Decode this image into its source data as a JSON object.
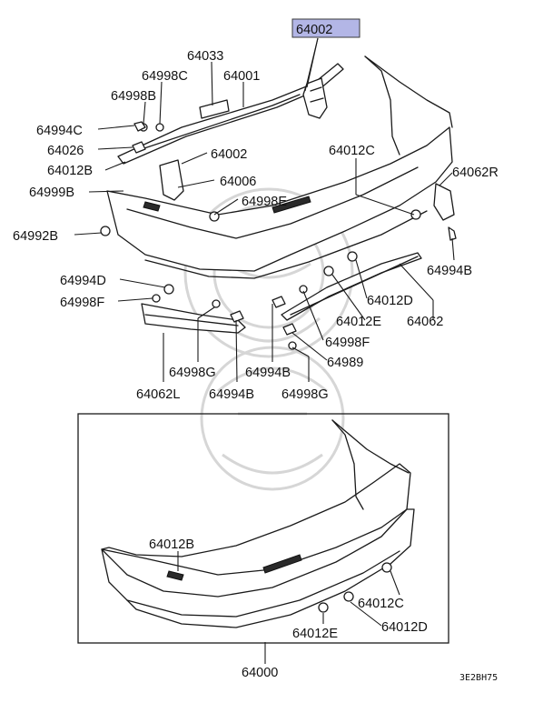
{
  "diagram": {
    "highlight_color": "#b3b6e6",
    "highlight_border": "#3a3a3a",
    "highlighted_part": "64002",
    "footer_code": "3E2BH75",
    "labels_upper": {
      "l64002_top": "64002",
      "l64033": "64033",
      "l64998C": "64998C",
      "l64001": "64001",
      "l64998B": "64998B",
      "l64994C": "64994C",
      "l64026": "64026",
      "l64002_mid": "64002",
      "l64012B": "64012B",
      "l64006": "64006",
      "l64999B": "64999B",
      "l64998E": "64998E",
      "l64992B": "64992B",
      "l64012C": "64012C",
      "l64062R": "64062R",
      "l64994B_right": "64994B"
    },
    "labels_middle": {
      "l64994D": "64994D",
      "l64998F_left": "64998F",
      "l64012D": "64012D",
      "l64012E": "64012E",
      "l64062": "64062",
      "l64998F_right": "64998F",
      "l64989": "64989",
      "l64998G_left": "64998G",
      "l64994B_mid": "64994B",
      "l64062L": "64062L",
      "l64994B_low": "64994B",
      "l64998G_right": "64998G"
    },
    "labels_lower": {
      "l64012B_box": "64012B",
      "l64012C_box": "64012C",
      "l64012E_box": "64012E",
      "l64012D_box": "64012D",
      "l64000": "64000"
    }
  }
}
